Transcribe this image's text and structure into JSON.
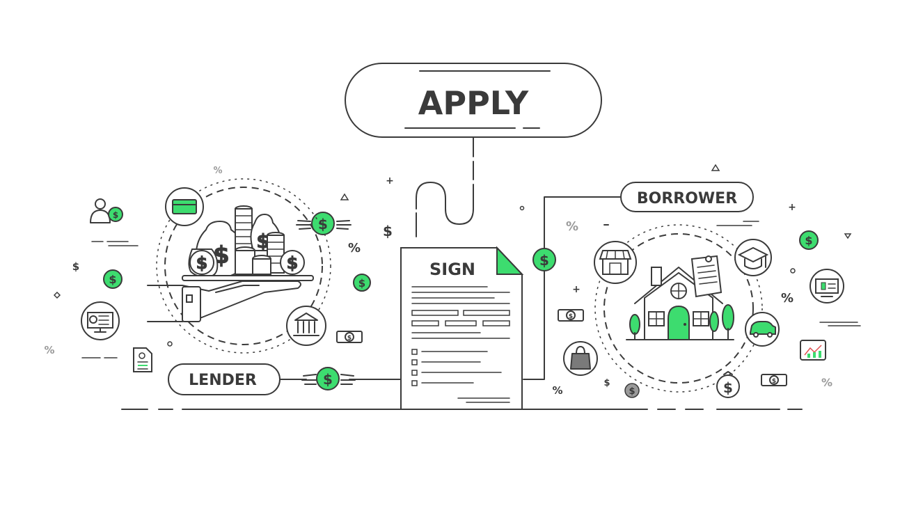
{
  "steps": {
    "apply": "APPLY",
    "sign": "SIGN",
    "borrower": "BORROWER",
    "lender": "LENDER"
  },
  "symbols": {
    "dollar": "$",
    "percent": "%",
    "plus": "+"
  },
  "colors": {
    "accent": "#3ddc6f",
    "line": "#3a3a3a",
    "background": "#ffffff"
  },
  "icons": [
    "user-dollar-icon",
    "credit-card-icon",
    "money-bags-tray-icon",
    "winged-dollar-coin-icon",
    "bank-icon",
    "banknote-icon",
    "monitor-dollar-icon",
    "receipt-icon",
    "contract-document-icon",
    "store-icon",
    "graduation-cap-icon",
    "house-icon",
    "car-icon",
    "shopping-bag-icon",
    "money-bag-icon",
    "monitor-chart-icon",
    "tablet-chart-icon"
  ]
}
